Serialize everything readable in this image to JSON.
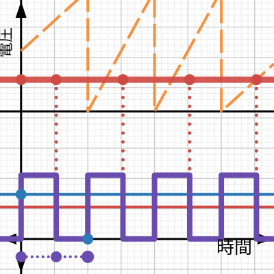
{
  "chart_data": {
    "type": "line",
    "title": "",
    "xlabel": "時間",
    "ylabel": "電圧",
    "xlim": [
      -0.3,
      3.6
    ],
    "ylim": [
      -0.55,
      3.75
    ],
    "grid": true,
    "minor_grid": true,
    "period": 0.95,
    "colors": {
      "sawtooth": "#f5913e",
      "threshold": "#cf4a45",
      "pwm": "#6a4caf",
      "blue_level": "#2e7ab8",
      "red_level": "#cf4a45",
      "slider": "#6a4caf",
      "slider_handle": "#2e7ab8",
      "axes": "#000000",
      "grid_major": "#c9c9c9",
      "grid_minor": "#ececec"
    },
    "series": [
      {
        "key": "sawtooth",
        "style": "dashed",
        "x": [
          0,
          0.95,
          0.95,
          1.9,
          1.9,
          2.85,
          2.85,
          3.6
        ],
        "y": [
          2.95,
          3.9,
          2.0,
          3.9,
          2.0,
          3.9,
          2.0,
          2.75
        ]
      },
      {
        "key": "threshold",
        "x": [
          -0.3,
          3.6
        ],
        "y": [
          2.5,
          2.5
        ]
      },
      {
        "key": "pwm",
        "x": [
          -0.3,
          0,
          0,
          0.5,
          0.5,
          0.95,
          0.95,
          1.45,
          1.45,
          1.9,
          1.9,
          2.4,
          2.4,
          2.85,
          2.85,
          3.35,
          3.35,
          3.6
        ],
        "y": [
          0,
          0,
          1.0,
          1.0,
          0,
          0,
          1.0,
          1.0,
          0,
          0,
          1.0,
          1.0,
          0,
          0,
          1.0,
          1.0,
          0,
          0
        ]
      },
      {
        "key": "blue_level",
        "x": [
          -0.3,
          3.6
        ],
        "y": [
          0.7,
          0.7
        ]
      },
      {
        "key": "red_level",
        "x": [
          -0.3,
          3.6
        ],
        "y": [
          0.5,
          0.5
        ]
      }
    ],
    "points": [
      {
        "x": 0,
        "y": 2.5,
        "color": "#cf4a45"
      },
      {
        "x": 0.5,
        "y": 2.5,
        "color": "#cf4a45"
      },
      {
        "x": 1.45,
        "y": 2.5,
        "color": "#cf4a45"
      },
      {
        "x": 2.4,
        "y": 2.5,
        "color": "#cf4a45"
      },
      {
        "x": 3.35,
        "y": 2.5,
        "color": "#cf4a45"
      },
      {
        "x": 0,
        "y": 0.7,
        "color": "#2e7ab8"
      },
      {
        "x": 0.95,
        "y": 0.0,
        "color": "#2e7ab8"
      }
    ],
    "drop_lines": [
      {
        "x": 0.5,
        "y_from": 2.5,
        "y_to": 1.0
      },
      {
        "x": 1.45,
        "y_from": 2.5,
        "y_to": 1.0
      },
      {
        "x": 2.4,
        "y_from": 2.5,
        "y_to": 1.0
      },
      {
        "x": 3.35,
        "y_from": 2.5,
        "y_to": 1.0
      }
    ],
    "slider": {
      "y": -0.28,
      "x_from": 0,
      "x_to": 0.95,
      "knots": [
        0.5
      ],
      "handle": 0.95
    }
  }
}
